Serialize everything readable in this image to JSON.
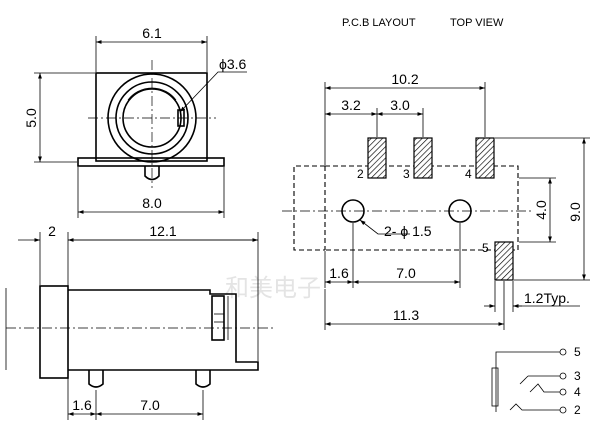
{
  "header": {
    "pcb_layout": "P.C.B LAYOUT",
    "top_view": "TOP VIEW"
  },
  "front_view": {
    "width": "6.1",
    "height": "5.0",
    "hole_diameter": "ϕ3.6",
    "base_width": "8.0"
  },
  "side_view": {
    "front_length": "2",
    "total_length": "12.1",
    "pin_offset": "1.6",
    "pin_spacing": "7.0"
  },
  "pcb_view": {
    "total_width": "10.2",
    "pad_spacing_a": "3.2",
    "pad_spacing_b": "3.0",
    "height": "9.0",
    "hole_spacing_v": "4.0",
    "hole_callout": "2- ϕ 1.5",
    "hole_offset": "1.6",
    "hole_spacing": "7.0",
    "length": "11.3",
    "pad_width": "1.2Typ.",
    "pins": [
      "2",
      "3",
      "4",
      "5"
    ]
  },
  "schematic": {
    "pins": [
      "5",
      "3",
      "4",
      "2"
    ]
  },
  "watermark": "和美电子"
}
